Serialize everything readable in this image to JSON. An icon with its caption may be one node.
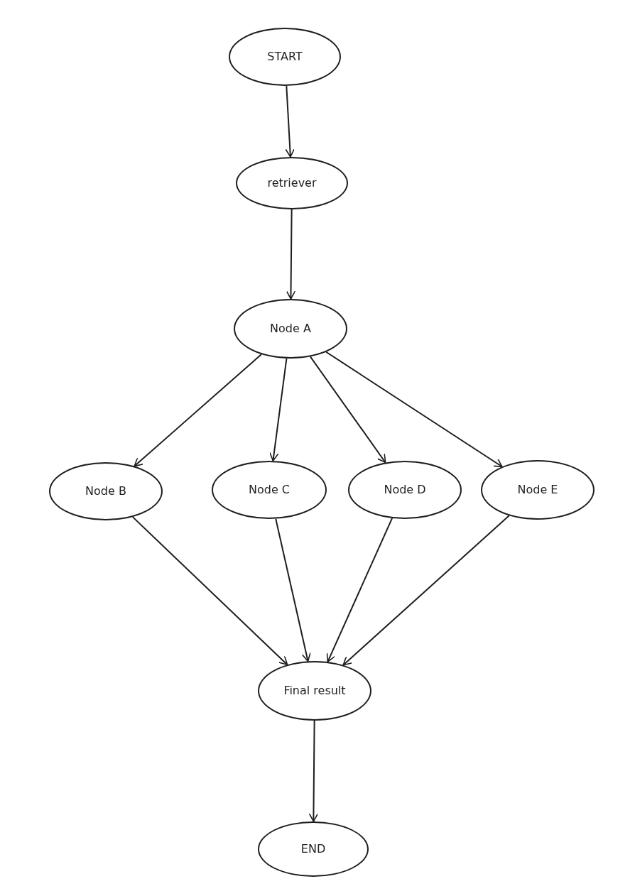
{
  "diagram": {
    "nodes": [
      {
        "text": [
          "START"
        ]
      },
      {
        "text": [
          "retriever"
        ]
      },
      {
        "text": [
          "Node A"
        ]
      },
      {
        "text": [
          "Node B"
        ]
      },
      {
        "text": [
          "Node C"
        ]
      },
      {
        "text": [
          "Node D"
        ]
      },
      {
        "text": [
          "Node E"
        ]
      },
      {
        "text": [
          "Final result"
        ]
      },
      {
        "text": [
          "END"
        ]
      }
    ],
    "edges": [
      {
        "from": 0,
        "to": 1,
        "arrow": "to"
      },
      {
        "from": 1,
        "to": 2,
        "arrow": "to"
      },
      {
        "from": 2,
        "to": 3,
        "arrow": "to"
      },
      {
        "from": 2,
        "to": 4,
        "arrow": "to"
      },
      {
        "from": 2,
        "to": 5,
        "arrow": "to"
      },
      {
        "from": 2,
        "to": 6,
        "arrow": "to"
      },
      {
        "from": 3,
        "to": 7,
        "arrow": "to"
      },
      {
        "from": 4,
        "to": 7,
        "arrow": "to"
      },
      {
        "from": 5,
        "to": 7,
        "arrow": "to"
      },
      {
        "from": 6,
        "to": 7,
        "arrow": "to"
      },
      {
        "from": 7,
        "to": 8,
        "arrow": "to"
      }
    ]
  }
}
